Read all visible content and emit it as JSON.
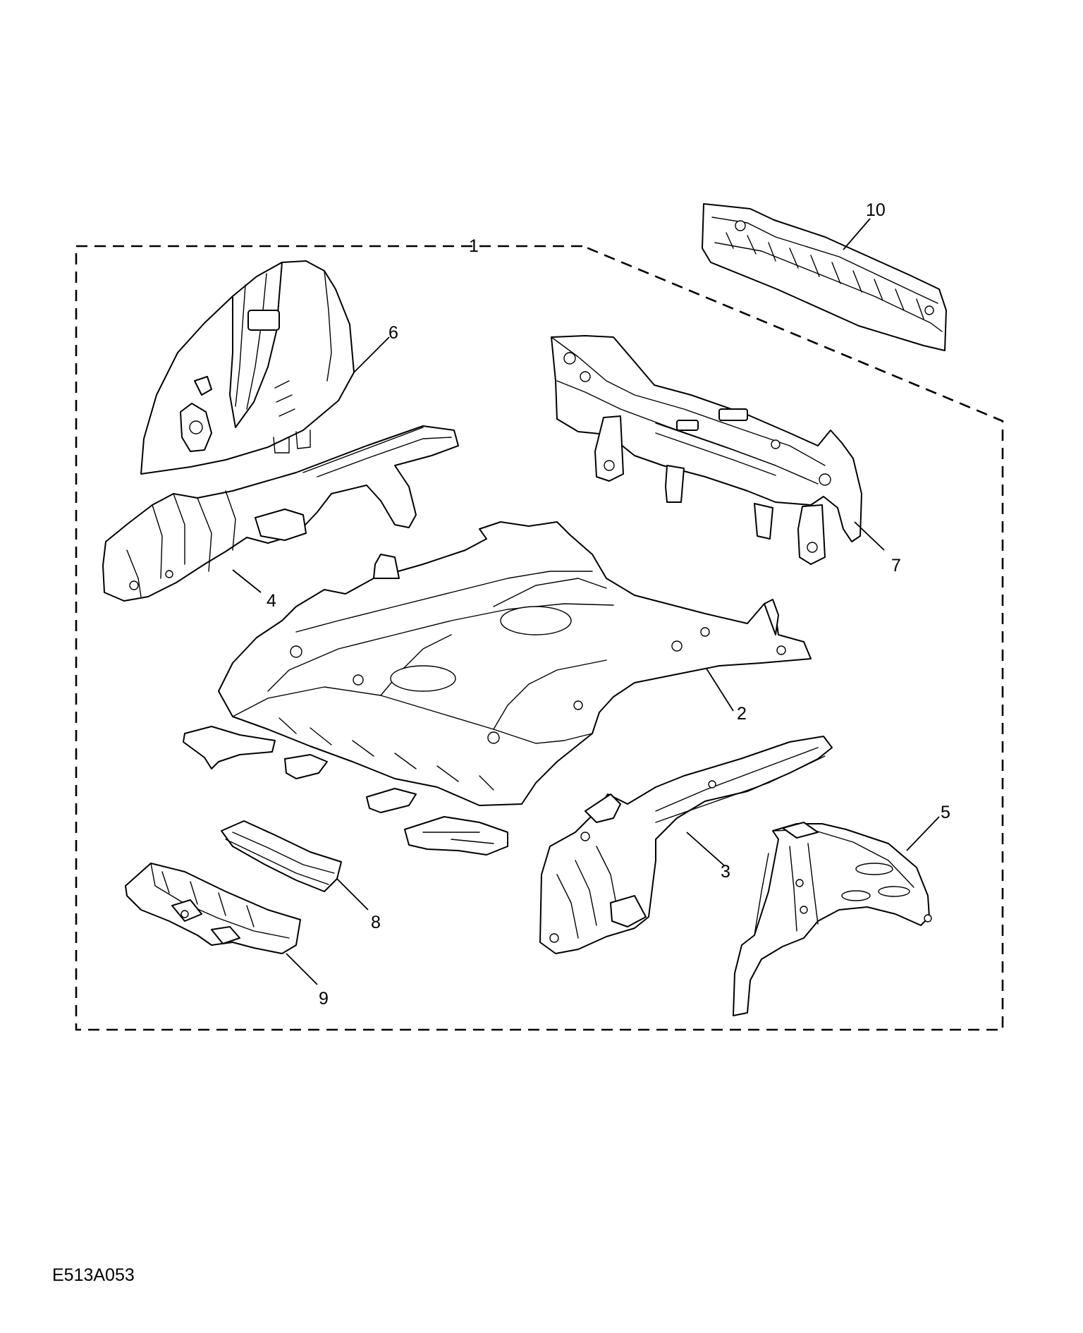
{
  "figure": {
    "reference_code": "E513A053",
    "colors": {
      "line": "#000000",
      "background": "#ffffff"
    }
  },
  "callouts": [
    {
      "id": "1",
      "label": "1"
    },
    {
      "id": "2",
      "label": "2"
    },
    {
      "id": "3",
      "label": "3"
    },
    {
      "id": "4",
      "label": "4"
    },
    {
      "id": "5",
      "label": "5"
    },
    {
      "id": "6",
      "label": "6"
    },
    {
      "id": "7",
      "label": "7"
    },
    {
      "id": "8",
      "label": "8"
    },
    {
      "id": "9",
      "label": "9"
    },
    {
      "id": "10",
      "label": "10"
    }
  ]
}
